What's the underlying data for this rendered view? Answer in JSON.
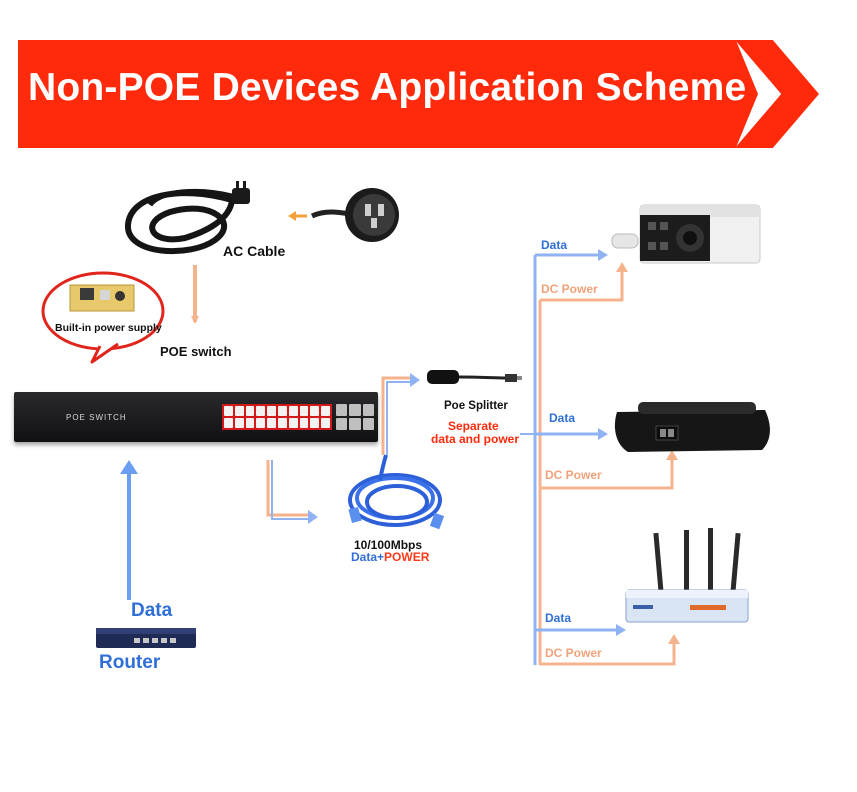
{
  "banner": {
    "title": "Non-POE Devices Application Scheme"
  },
  "labels": {
    "ac_cable": "AC Cable",
    "built_in_power_supply": "Built-in power supply",
    "poe_switch": "POE switch",
    "switch_text": "POE   SWITCH",
    "poe_splitter": "Poe Splitter",
    "separate_line1": "Separate",
    "separate_line2": "data and power",
    "cable_speed": "10/100Mbps",
    "cable_data": "Data+",
    "cable_power": "POWER",
    "router_data": "Data",
    "router": "Router",
    "camera_data": "Data",
    "camera_power": "DC Power",
    "phone_data": "Data",
    "phone_power": "DC Power",
    "ap_data": "Data",
    "ap_power": "DC Power"
  },
  "colors": {
    "banner": "#ff2a0b",
    "data_arrow": "#6b9ef0",
    "power_arrow": "#f4b38c",
    "port_highlight": "#d31a1a"
  },
  "icons": [
    "ac-cable-icon",
    "power-adapter-icon",
    "power-supply-board-icon",
    "poe-switch-icon",
    "router-icon",
    "network-cable-icon",
    "poe-splitter-icon",
    "ip-camera-icon",
    "ip-phone-icon",
    "wireless-ap-icon"
  ]
}
